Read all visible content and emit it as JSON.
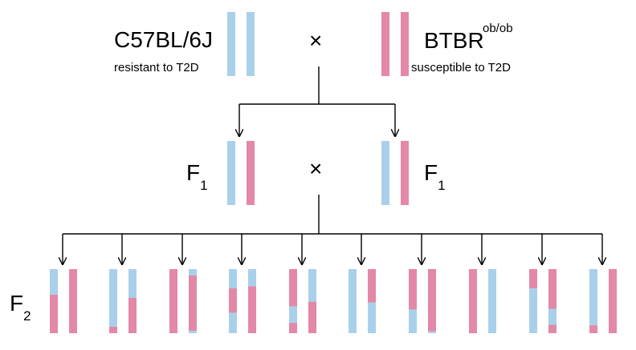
{
  "parents": {
    "left": {
      "name": "C57BL/6J",
      "note": "resistant to T2D"
    },
    "right": {
      "name": "BTBR",
      "superscript": "ob/ob",
      "note": "susceptible to T2D"
    },
    "cross_symbol": "×"
  },
  "f1": {
    "label": "F",
    "subscript": "1",
    "cross_symbol": "×"
  },
  "f2": {
    "label": "F",
    "subscript": "2",
    "individuals": [
      {
        "a": [
          [
            "blue",
            0.4
          ],
          [
            "pink",
            0.6
          ]
        ],
        "b": [
          [
            "pink",
            1.0
          ]
        ]
      },
      {
        "a": [
          [
            "blue",
            0.9
          ],
          [
            "pink",
            0.1
          ]
        ],
        "b": [
          [
            "blue",
            0.45
          ],
          [
            "pink",
            0.55
          ]
        ]
      },
      {
        "a": [
          [
            "pink",
            1.0
          ]
        ],
        "b": [
          [
            "blue",
            0.1
          ],
          [
            "pink",
            0.86
          ],
          [
            "blue",
            0.04
          ]
        ]
      },
      {
        "a": [
          [
            "blue",
            0.3
          ],
          [
            "pink",
            0.38
          ],
          [
            "blue",
            0.32
          ]
        ],
        "b": [
          [
            "blue",
            0.27
          ],
          [
            "pink",
            0.73
          ]
        ]
      },
      {
        "a": [
          [
            "pink",
            0.58
          ],
          [
            "blue",
            0.26
          ],
          [
            "pink",
            0.16
          ]
        ],
        "b": [
          [
            "blue",
            0.51
          ],
          [
            "pink",
            0.49
          ]
        ]
      },
      {
        "a": [
          [
            "blue",
            1.0
          ]
        ],
        "b": [
          [
            "pink",
            0.52
          ],
          [
            "blue",
            0.48
          ]
        ]
      },
      {
        "a": [
          [
            "pink",
            0.63
          ],
          [
            "blue",
            0.37
          ]
        ],
        "b": [
          [
            "pink",
            0.97
          ],
          [
            "blue",
            0.03
          ]
        ]
      },
      {
        "a": [
          [
            "pink",
            1.0
          ]
        ],
        "b": [
          [
            "blue",
            1.0
          ]
        ]
      },
      {
        "a": [
          [
            "pink",
            0.3
          ],
          [
            "blue",
            0.7
          ]
        ],
        "b": [
          [
            "pink",
            0.62
          ],
          [
            "blue",
            0.25
          ],
          [
            "pink",
            0.13
          ]
        ]
      },
      {
        "a": [
          [
            "blue",
            0.88
          ],
          [
            "pink",
            0.12
          ]
        ],
        "b": [
          [
            "pink",
            1.0
          ]
        ]
      }
    ]
  },
  "colors": {
    "blue": "#a9d0ea",
    "pink": "#e388a6",
    "line": "#000000"
  }
}
